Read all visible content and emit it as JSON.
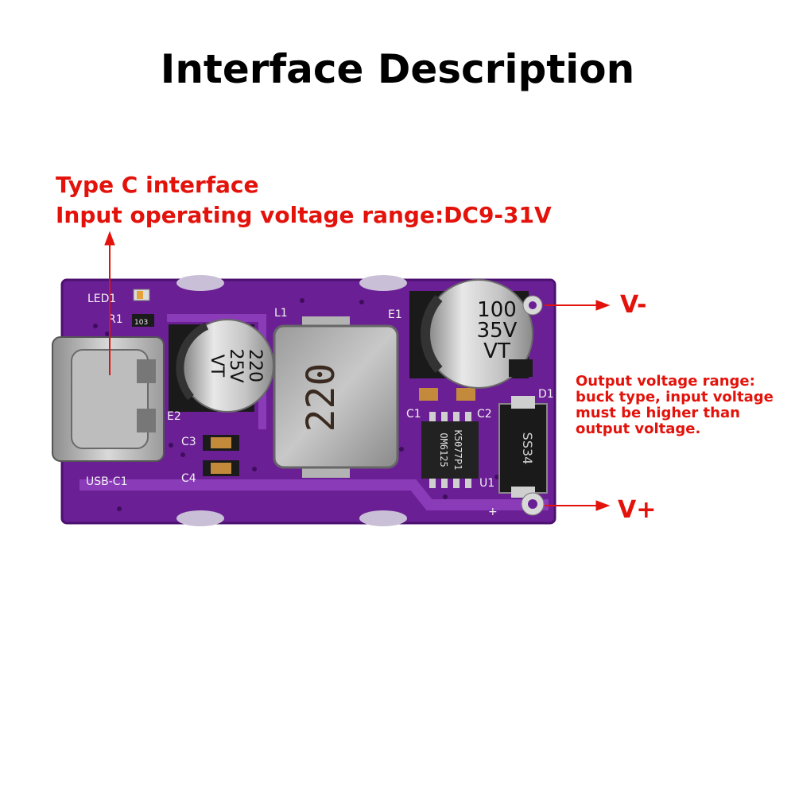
{
  "title": "Interface Description",
  "typec": {
    "line1": "Type C interface",
    "line2": "Input operating voltage range:DC9-31V"
  },
  "output_note": [
    "Output voltage range:",
    "buck type, input voltage",
    "must be higher than",
    "output voltage."
  ],
  "terminals": {
    "minus": "V-",
    "plus": "V+"
  },
  "board": {
    "colors": {
      "pcb": "#6b1f95",
      "annotation": "#e3120b"
    },
    "silkscreen": {
      "led1": "LED1",
      "r1": "R1",
      "r1_code": "103",
      "l1": "L1",
      "e1": "E1",
      "e2": "E2",
      "c3": "C3",
      "c4": "C4",
      "c1": "C1",
      "c2": "C2",
      "d1": "D1",
      "u1": "U1",
      "usb": "USB-C1",
      "plus_mark": "+"
    },
    "cap_e2": {
      "line1": "220",
      "line2": "25V",
      "line3": "VT"
    },
    "cap_e1": {
      "line1": "100",
      "line2": "35V",
      "line3": "VT"
    },
    "inductor": "220",
    "ic": {
      "line1": "K5077P1",
      "line2": "OM6125"
    },
    "diode": "SS34"
  }
}
